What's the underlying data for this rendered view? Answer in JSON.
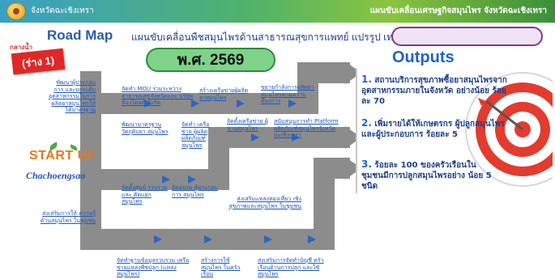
{
  "header": {
    "left_title": "จังหวัดฉะเชิงเทรา",
    "right_title": "แผนขับเคลื่อนเศรษฐกิจสมุนไพร จังหวัดฉะเชิงเทรา"
  },
  "title": {
    "main": "Road Map",
    "sub": "แผนขับเคลื่อนพืชสมุนไพรด้านสาธารณสุขการแพทย์ แปรรูป เทคโนโลยี"
  },
  "draft": {
    "small": "กลางน้ำ",
    "label": "(ร่าง 1)"
  },
  "year": "พ.ศ. 2569",
  "outputs_title": "Outputs",
  "brand": {
    "start": "START",
    "up": "UP",
    "place": "Chachoengsao"
  },
  "road_labels": [
    "พัฒนาผู้ประกอบการ และยกระดับ อุตสาหกรรมในการ ผลิตยาสมุนไพรให้ ได้มาตรฐาน",
    "จัดทำ MOU ร่วมระหว่าง สาธารณสุขจังหวัดและ บริษัทห้องไดลด์ จำกัด",
    "สร้างเครือข่ายผู้ผลิต ยาสมุนไพร",
    "ขยายกำลังการผลิตยา สมุนไพรตามความ ต้องการ",
    "พัฒนามาตรฐาน วัตถุดิบยา สมุนไพร",
    "จัดทำ เครือข่าย ผู้ผลิต ผลิตภัณฑ์ สมุนไพร",
    "จัดตั้งเครือข่าย ผู้ขายสมุนไพร",
    "สนับสนุนการทำ Platform ผลิตภัณฑ์สมุนไพรจังหวัด ฉะเชิงเทรา",
    "จัดตั้งศูนย์ รวบรวมและ คัดแยก สมุนไพร",
    "จัดอบรม ผู้ประกอบการ สมุนไพร",
    "ส่งเสริมการให้ ความรู้ด้านสมุนไพร ในชุมชน",
    "ส่งเสริมแหล่งท่องเที่ยว เชิงสุขภาพและสมุนไพร ในชุมชน",
    "จัดทำฐานข้อมูลรวบรวม เครือข่ายแหล่งพืชปลูก (แหล่งสมุนไพร)",
    "สร้างการใช้ สมุนไพร ในครัวเรือน",
    "ส่งเสริมการจัดทำบัญชี ครัวเรือนด้านการปลูก และใช้สมุนไพร"
  ],
  "outputs": [
    {
      "num": "1.",
      "text": "สถานบริการสุขภาพซื้อยาสมุนไพรจาก อุตสาหกรรมภายในจังหวัด อย่างน้อย ร้อยละ 70"
    },
    {
      "num": "2.",
      "text": "เพิ่มรายได้ให้เกษตรกร ผู้ปลูกสมุนไพรและผู้ประกอบการ ร้อยละ 5"
    },
    {
      "num": "3.",
      "text": "ร้อยละ 100 ของครัวเรือนใน ชุมชนมีการปลูกสมุนไพรอย่าง น้อย 5 ชนิด"
    }
  ],
  "colors": {
    "road": "#8c8c8c",
    "arrow": "#2d66c3",
    "accent": "#1f63c6",
    "draft": "#e02727"
  }
}
